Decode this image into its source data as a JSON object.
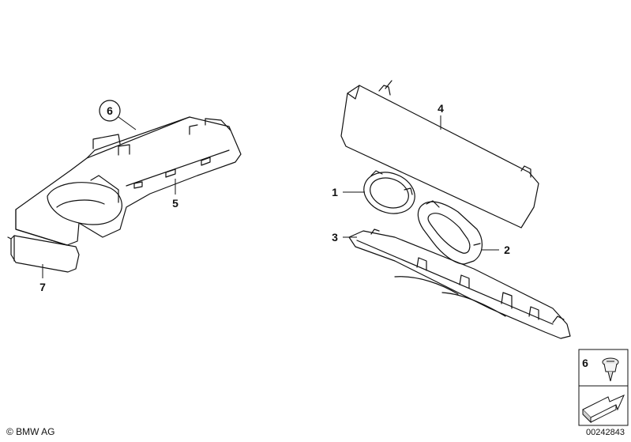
{
  "callouts": {
    "part1": "1",
    "part2": "2",
    "part3": "3",
    "part4": "4",
    "part5": "5",
    "part6": "6",
    "part7": "7",
    "part6_box": "6"
  },
  "footer": {
    "copyright": "© BMW AG",
    "document_number": "00242843"
  }
}
